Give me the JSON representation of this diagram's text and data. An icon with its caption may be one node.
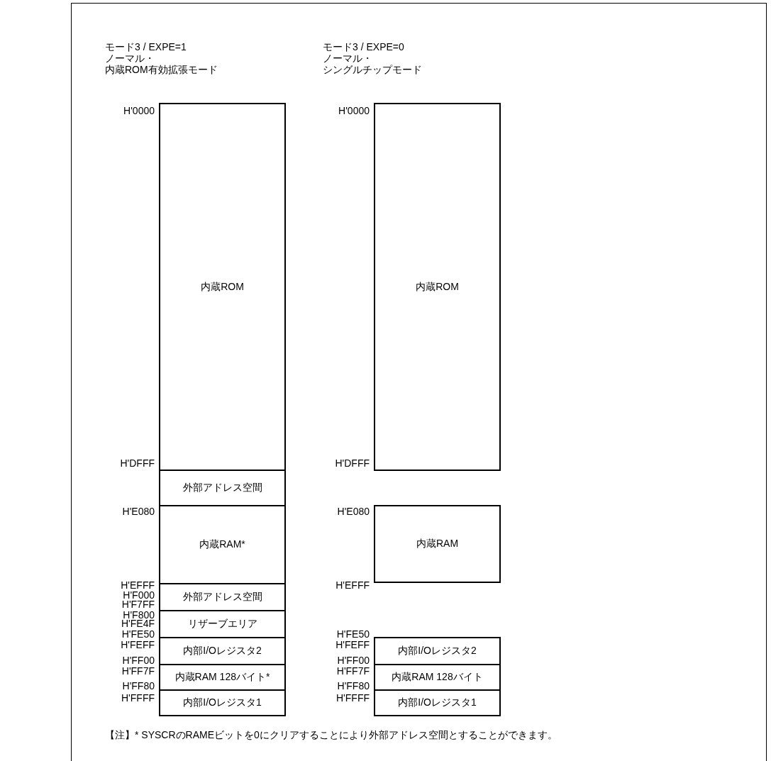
{
  "diagram": {
    "nodes": [
      {
        "text": [
          "内蔵ROM"
        ]
      },
      {
        "text": [
          "外部アドレス空間"
        ]
      },
      {
        "text": [
          "内蔵RAM*"
        ]
      },
      {
        "text": [
          "外部アドレス空間"
        ]
      },
      {
        "text": [
          "リザーブエリア"
        ]
      },
      {
        "text": [
          "内部I/Oレジスタ2"
        ]
      },
      {
        "text": [
          "内蔵RAM 128バイト*"
        ]
      },
      {
        "text": [
          "内部I/Oレジスタ1"
        ]
      },
      {
        "text": [
          "内蔵ROM"
        ]
      },
      {
        "text": [
          "内蔵RAM"
        ]
      },
      {
        "text": [
          "内部I/Oレジスタ2"
        ]
      },
      {
        "text": [
          "内蔵RAM 128バイト"
        ]
      },
      {
        "text": [
          "内部I/Oレジスタ1"
        ]
      }
    ],
    "labels": [
      "モード3 / EXPE=1",
      "ノーマル・",
      "内蔵ROM有効拡張モード",
      "モード3 / EXPE=0",
      "ノーマル・",
      "シングルチップモード",
      "H'0000",
      "H'DFFF",
      "H'E080",
      "H'EFFF",
      "H'F000",
      "H'F7FF",
      "H'F800",
      "H'FE4F",
      "H'FE50",
      "H'FEFF",
      "H'FF00",
      "H'FF7F",
      "H'FF80",
      "H'FFFF",
      "H'0000",
      "H'DFFF",
      "H'E080",
      "H'EFFF",
      "H'FE50",
      "H'FEFF",
      "H'FF00",
      "H'FF7F",
      "H'FF80",
      "H'FFFF"
    ],
    "caption": "【注】* SYSCRのRAMEビットを0にクリアすることにより外部アドレス空間とすることができます。"
  }
}
